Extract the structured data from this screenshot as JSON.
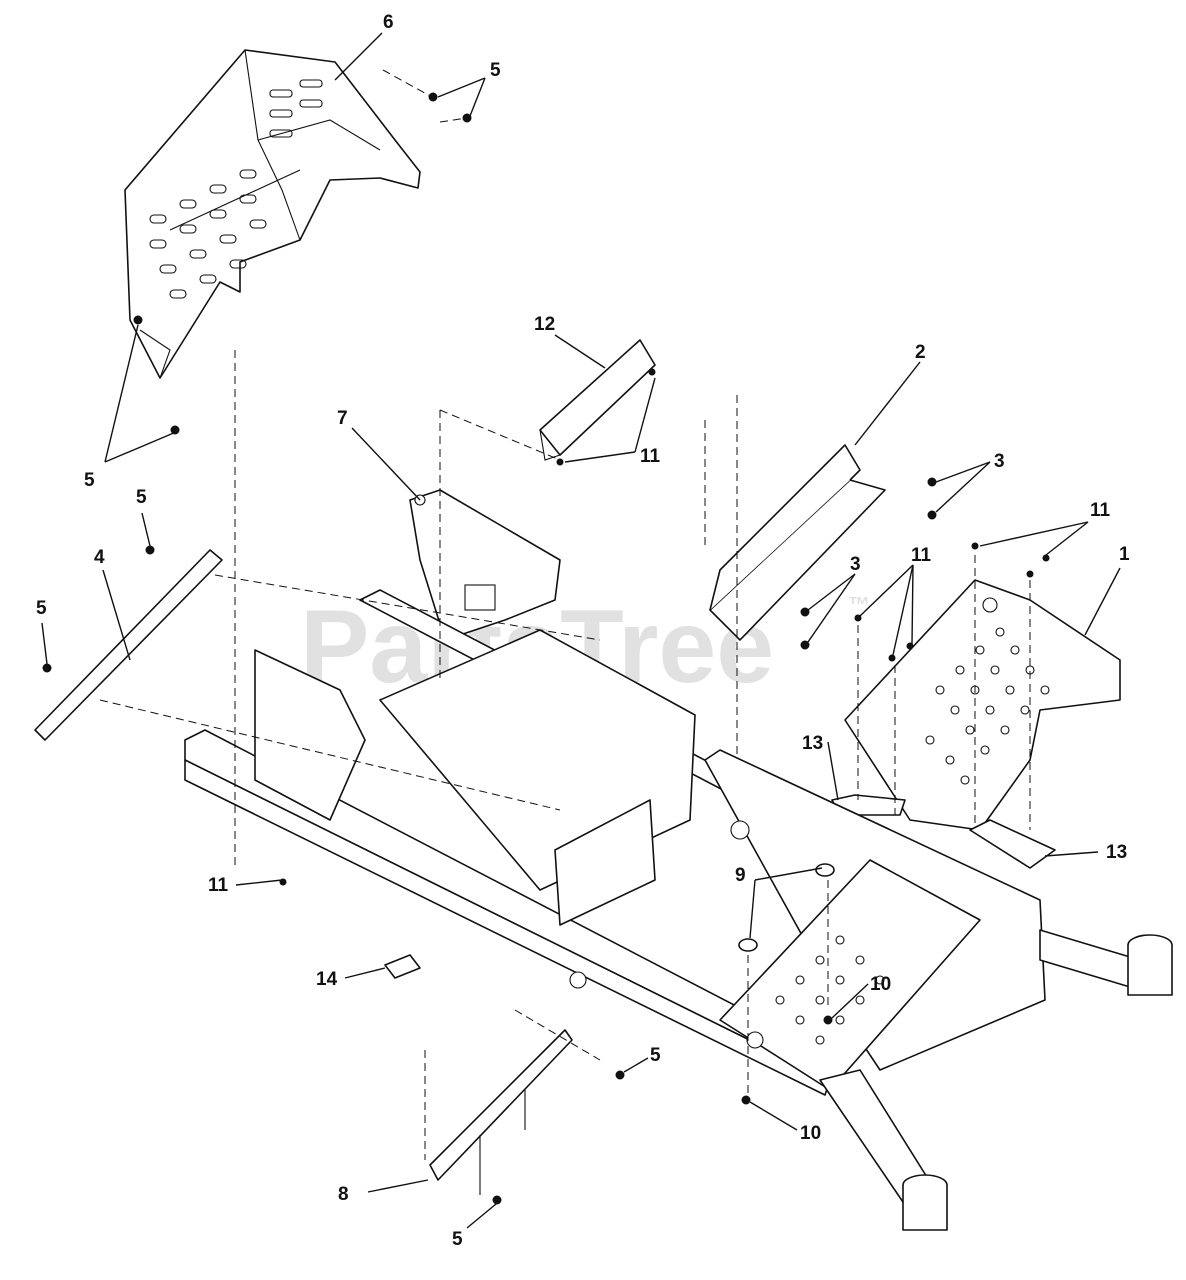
{
  "watermark": {
    "text": "PartsTree",
    "tm": "™"
  },
  "callouts": [
    {
      "id": "c6",
      "label": "6"
    },
    {
      "id": "c5a",
      "label": "5"
    },
    {
      "id": "c12",
      "label": "12"
    },
    {
      "id": "c2",
      "label": "2"
    },
    {
      "id": "c7",
      "label": "7"
    },
    {
      "id": "c11a",
      "label": "11"
    },
    {
      "id": "c5b",
      "label": "5"
    },
    {
      "id": "c3a",
      "label": "3"
    },
    {
      "id": "c11b",
      "label": "11"
    },
    {
      "id": "c5c",
      "label": "5"
    },
    {
      "id": "c1",
      "label": "1"
    },
    {
      "id": "c4",
      "label": "4"
    },
    {
      "id": "c11c",
      "label": "11"
    },
    {
      "id": "c3b",
      "label": "3"
    },
    {
      "id": "c5d",
      "label": "5"
    },
    {
      "id": "c13a",
      "label": "13"
    },
    {
      "id": "c13b",
      "label": "13"
    },
    {
      "id": "c9",
      "label": "9"
    },
    {
      "id": "c11d",
      "label": "11"
    },
    {
      "id": "c14",
      "label": "14"
    },
    {
      "id": "c10a",
      "label": "10"
    },
    {
      "id": "c5e",
      "label": "5"
    },
    {
      "id": "c10b",
      "label": "10"
    },
    {
      "id": "c8",
      "label": "8"
    },
    {
      "id": "c5f",
      "label": "5"
    }
  ]
}
